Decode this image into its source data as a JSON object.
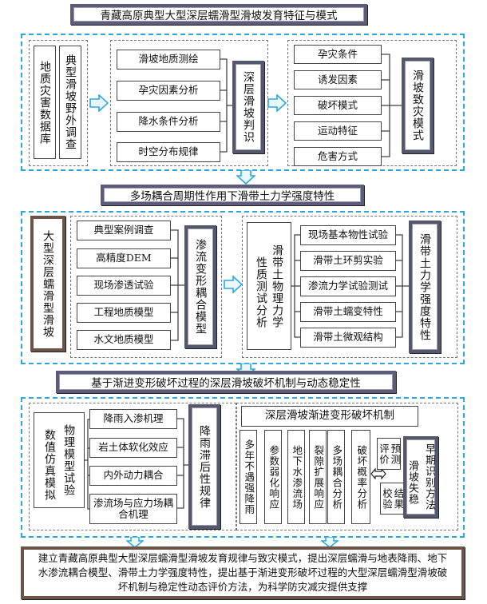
{
  "titles": {
    "t1": "青藏高原典型大型深层蠕滑型滑坡发育特征与模式",
    "t2": "多场耦合周期性作用下滑带土力学强度特性",
    "t3": "基于渐进变形破坏过程的深层滑坡破坏机制与动态稳定性"
  },
  "s1": {
    "db": "地质灾害数据库",
    "field": "典型滑坡野外调查",
    "items": [
      "滑坡地质测绘",
      "孕灾因素分析",
      "降水条件分析",
      "时空分布规律"
    ],
    "judge": "深层滑坡判识",
    "items2": [
      "孕灾条件",
      "诱发因素",
      "破坏模式",
      "运动特征",
      "危害方式"
    ],
    "mode": "滑坡致灾模式"
  },
  "s2": {
    "big": "大型深层蠕滑型滑坡",
    "items": [
      "典型案例调查",
      "高精度DEM",
      "现场渗透试验",
      "工程地质模型",
      "水文地质模型"
    ],
    "seep": "渗流变形耦合模型",
    "phys": "滑带土物理力学",
    "prop": "性质测试分析",
    "tests": [
      "现场基本物性试验",
      "滑带土环剪实验",
      "渗流力学试验测试",
      "滑带土蠕变特性",
      "滑带土微观结构"
    ],
    "strength": "滑带土力学强度特性"
  },
  "s3": {
    "sim": "数值仿真模拟",
    "phys": "物理模型试验",
    "items": [
      "降雨入渗机理",
      "岩土体软化效应",
      "内外动力耦合",
      "渗流场与应力场耦合机理"
    ],
    "lag": "降雨滞后性规律",
    "mech": "深层滑坡渐进变形破坏机制",
    "cols": [
      "多年不遇强降雨",
      "参数弱化响应",
      "地下水渗流场",
      "裂隙扩展响应",
      "多场耦合分析",
      "破坏概率分析"
    ],
    "pred": "预测评价",
    "verify": "结果校验",
    "early": "早期识别方法",
    "instab": "滑坡失稳"
  },
  "conclusion": "建立青藏高原典型大型深层蠕滑型滑坡发育规律与致灾模式，提出深层蠕滑与地表降雨、地下水渗流耦合模型、滑带土力学强度特性，提出基于渐进变形破坏过程的大型深层蠕滑型滑坡破坏机制与稳定性动态评价方法，为科学防灾减灾提供支撑",
  "colors": {
    "dash": "#2aa7e0",
    "arrow_fill": "#eaf7fd",
    "header_border": "#5c5c7a",
    "brown_border": "#6b5448"
  }
}
